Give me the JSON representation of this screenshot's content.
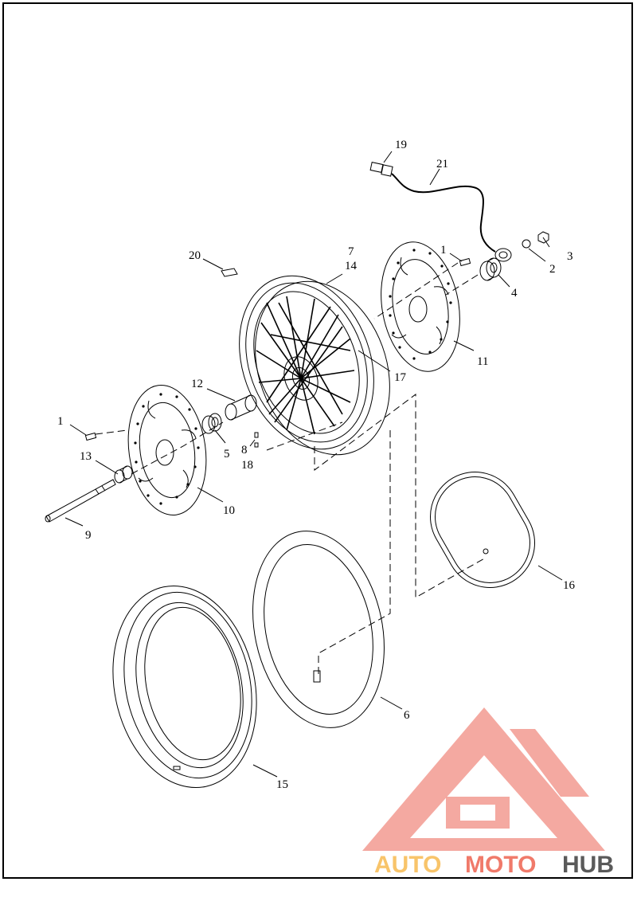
{
  "callouts": [
    {
      "id": "c1a",
      "label": "1"
    },
    {
      "id": "c1b",
      "label": "1"
    },
    {
      "id": "c2",
      "label": "2"
    },
    {
      "id": "c3",
      "label": "3"
    },
    {
      "id": "c4",
      "label": "4"
    },
    {
      "id": "c5",
      "label": "5"
    },
    {
      "id": "c6",
      "label": "6"
    },
    {
      "id": "c7",
      "label": "7"
    },
    {
      "id": "c8",
      "label": "8"
    },
    {
      "id": "c9",
      "label": "9"
    },
    {
      "id": "c10",
      "label": "10"
    },
    {
      "id": "c11",
      "label": "11"
    },
    {
      "id": "c12",
      "label": "12"
    },
    {
      "id": "c13",
      "label": "13"
    },
    {
      "id": "c14",
      "label": "14"
    },
    {
      "id": "c15",
      "label": "15"
    },
    {
      "id": "c16",
      "label": "16"
    },
    {
      "id": "c17",
      "label": "17"
    },
    {
      "id": "c18",
      "label": "18"
    },
    {
      "id": "c19",
      "label": "19"
    },
    {
      "id": "c20",
      "label": "20"
    },
    {
      "id": "c21",
      "label": "21"
    }
  ],
  "watermark": {
    "part1": "AUTO",
    "part2": "MOTO",
    "part3": "HUB",
    "colors": {
      "auto": "#f8c46a",
      "moto": "#f07a6a",
      "hub": "#5a5a5a",
      "logo": "#f29a90"
    }
  }
}
